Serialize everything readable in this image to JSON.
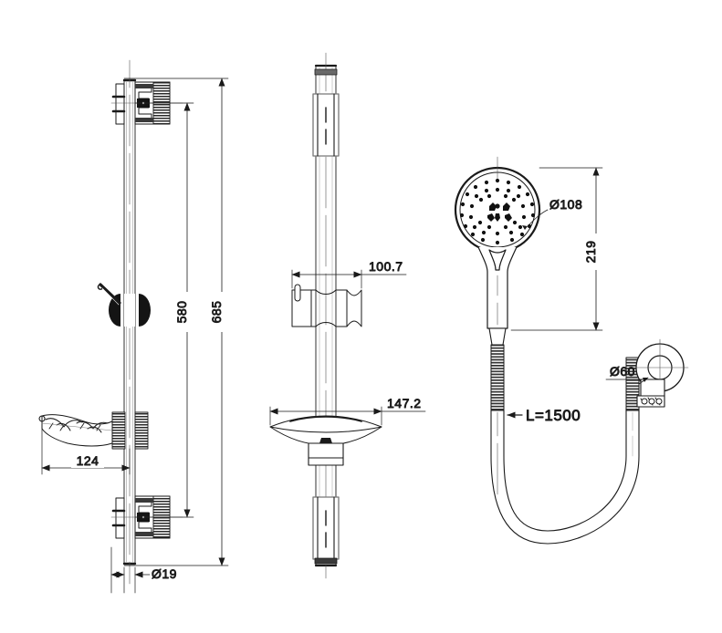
{
  "drawing": {
    "type": "technical-engineering-drawing",
    "subject": "Shower slide rail set with hand shower, hose and soap dish",
    "units": "mm",
    "background_color": "#ffffff",
    "line_color": "#1a1a1a",
    "views": [
      {
        "name": "front-view",
        "label": ""
      },
      {
        "name": "side-view",
        "label": ""
      },
      {
        "name": "handshower-hose-view",
        "label": ""
      }
    ]
  },
  "dimensions": {
    "rail_bracket_spacing": "580",
    "rail_overall_length": "685",
    "soap_dish_projection_front": "124",
    "rail_tube_diameter": "Ø19",
    "slider_projection_side": "100.7",
    "soap_dish_width_side": "147.2",
    "shower_head_diameter": "Ø108",
    "shower_head_overall_height": "219",
    "wall_outlet_diameter": "Ø60",
    "hose_length": "L=1500"
  },
  "labels": [
    {
      "name": "dim-580",
      "text": "580",
      "orientation": "vertical"
    },
    {
      "name": "dim-685",
      "text": "685",
      "orientation": "vertical"
    },
    {
      "name": "dim-124",
      "text": "124",
      "orientation": "horizontal"
    },
    {
      "name": "dim-dia-19",
      "text": "Ø19",
      "orientation": "horizontal"
    },
    {
      "name": "dim-100-7",
      "text": "100.7",
      "orientation": "horizontal"
    },
    {
      "name": "dim-147-2",
      "text": "147.2",
      "orientation": "horizontal"
    },
    {
      "name": "dim-dia-108",
      "text": "Ø108",
      "orientation": "horizontal"
    },
    {
      "name": "dim-219",
      "text": "219",
      "orientation": "vertical"
    },
    {
      "name": "dim-dia-60",
      "text": "Ø60",
      "orientation": "horizontal"
    },
    {
      "name": "dim-hose-length",
      "text": "L=1500",
      "orientation": "horizontal"
    }
  ]
}
